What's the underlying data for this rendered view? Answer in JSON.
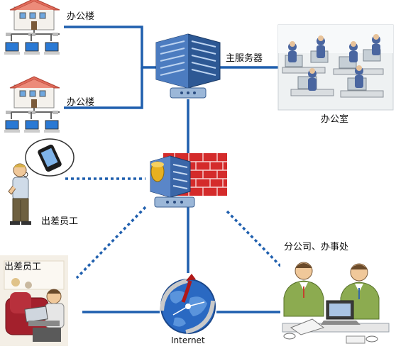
{
  "labels": {
    "office_building_1": "办公楼",
    "office_building_2": "办公楼",
    "main_server": "主服务器",
    "office_room": "办公室",
    "traveling_staff_phone": "出差员工",
    "traveling_staff_laptop": "出差员工",
    "branch_office": "分公司、办事处",
    "internet": "Internet"
  },
  "colors": {
    "link": "#1f5fae",
    "firewall_brick": "#d42b2b",
    "server_blue": "#3a66a8",
    "roof_red": "#e06a5a",
    "globe_blue": "#2a69c2"
  },
  "icons": [
    "house-network-icon",
    "server-icon",
    "firewall-icon",
    "globe-icon",
    "phone-icon",
    "person-icon",
    "office-icon"
  ]
}
